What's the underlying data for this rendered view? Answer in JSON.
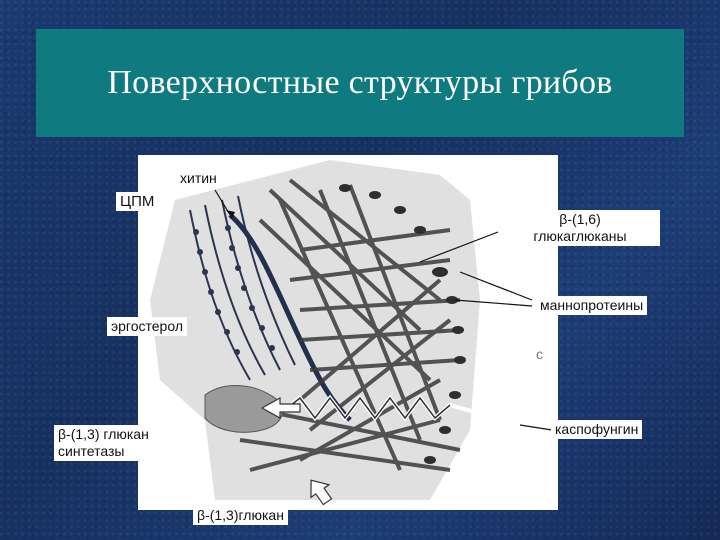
{
  "slide": {
    "title": "Поверхностные структуры грибов"
  },
  "labels": {
    "chitin": "хитин",
    "cpm": "ЦПМ",
    "ergosterol": "эргостерол",
    "beta16": "β-(1,6)\nглюкаглюканы",
    "mannoproteins": "маннопротеины",
    "caspofungin": "каспофунгин",
    "beta13_synthase": "β-(1,3) глюкан\nсинтетазы",
    "beta13_glucan": "β-(1,3)глюкан",
    "stray_char": "c"
  },
  "colors": {
    "background": "#1a3566",
    "title_bg": "#0f7a7f",
    "membrane_dark": "#2b3550",
    "fibril": "#3a3a3a"
  }
}
